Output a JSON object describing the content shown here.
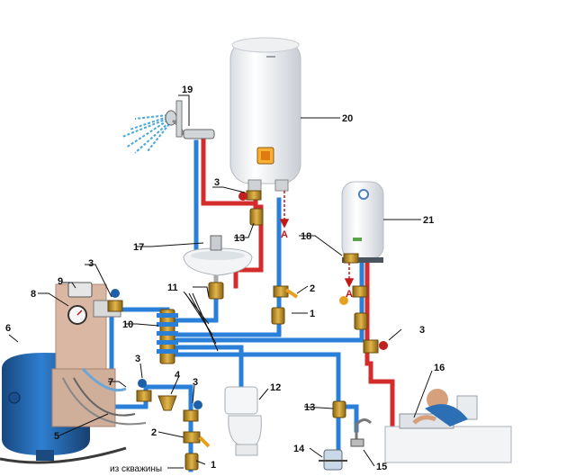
{
  "labels": {
    "n1a": "1",
    "n1b": "1",
    "n2a": "2",
    "n2b": "2",
    "n3a": "3",
    "n3b": "3",
    "n3c": "3",
    "n3d": "3",
    "n3e": "3",
    "n4": "4",
    "n5": "5",
    "n6": "6",
    "n7": "7",
    "n8": "8",
    "n9": "9",
    "n10": "10",
    "n11": "11",
    "n12": "12",
    "n13a": "13",
    "n13b": "13",
    "n14": "14",
    "n15": "15",
    "n16": "16",
    "n17": "17",
    "n18": "18",
    "n19": "19",
    "n20": "20",
    "n21": "21"
  },
  "markers": {
    "a1": "А",
    "a2": "А"
  },
  "inlet_caption": "из скважины",
  "colors": {
    "cold_pipe": "#2a7fd8",
    "hot_pipe": "#d42b2b",
    "tank_blue": "#1f5fa8",
    "brass": "#c89a2a",
    "heater_body": "#f3f3f3",
    "spray": "#4aa8d8"
  },
  "icons": [
    "shower-spray-icon",
    "valve-icon",
    "faucet-icon",
    "gauge-icon",
    "arrow-down-icon"
  ]
}
